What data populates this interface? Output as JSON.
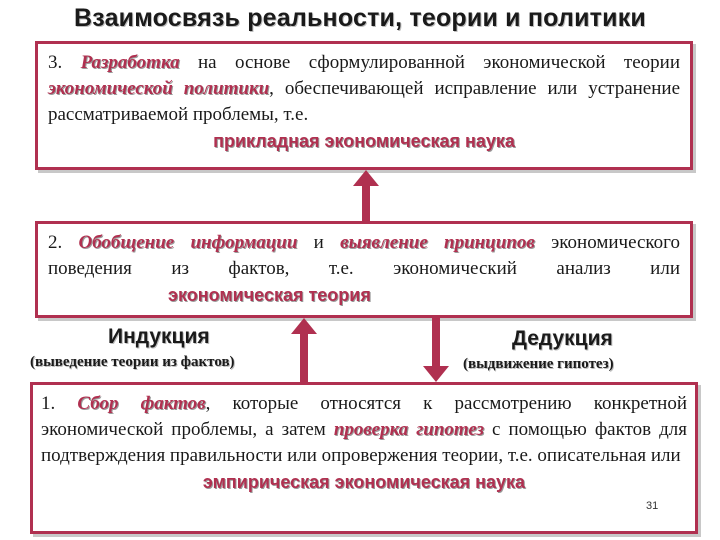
{
  "title": "Взаимосвязь реальности, теории и политики",
  "box3": {
    "num": "3.",
    "em1": "Разработка",
    "t1": " на основе сформулированной экономической теории ",
    "em2": "экономической",
    "gap": " ",
    "em3": "политики",
    "t2": ", обеспечивающей исправление или устранение рассматриваемой проблемы, т.е.",
    "highlight": "прикладная экономическая наука"
  },
  "box2": {
    "num": "2.",
    "em1": "Обобщение информации",
    "t1": " и ",
    "em2": "выявление принципов",
    "t2": " экономического поведения из фактов, т.е. экономический анализ или",
    "highlight": "экономическая теория"
  },
  "labels": {
    "induction": "Индукция",
    "induction_sub": "(выведение теории из фактов)",
    "deduction": "Дедукция",
    "deduction_sub": "(выдвижение гипотез)"
  },
  "box1": {
    "num": "1.",
    "em1": "Сбор фактов",
    "t1": ", которые относятся к рассмотрению конкретной экономической проблемы, а затем ",
    "em2": "проверка гипотез",
    "t2": " с помощью фактов для подтверждения правильности или опровержения теории, т.е. описательная или",
    "highlight": "эмпирическая экономическая наука",
    "page": "31"
  },
  "colors": {
    "accent": "#b03050",
    "arrow": "#b03050"
  }
}
